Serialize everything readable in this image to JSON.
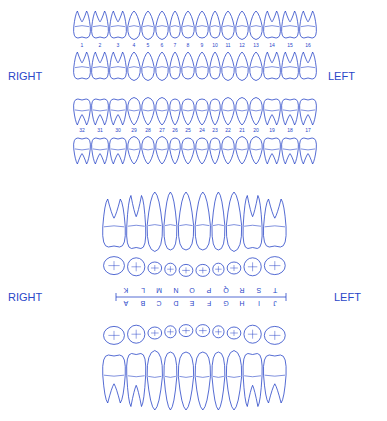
{
  "diagram": {
    "labels": [
      "RIGHT",
      "LEFT",
      "1",
      "2",
      "3",
      "4",
      "5",
      "6",
      "7",
      "8",
      "9",
      "10",
      "11",
      "12",
      "13",
      "14",
      "15",
      "16",
      "32",
      "31",
      "30",
      "29",
      "28",
      "27",
      "26",
      "25",
      "24",
      "23",
      "22",
      "21",
      "20",
      "19",
      "18",
      "17",
      "RIGHT",
      "LEFT",
      "K",
      "L",
      "M",
      "N",
      "O",
      "P",
      "Q",
      "R",
      "S",
      "T",
      "A",
      "B",
      "C",
      "D",
      "E",
      "F",
      "G",
      "H",
      "I",
      "J"
    ]
  }
}
